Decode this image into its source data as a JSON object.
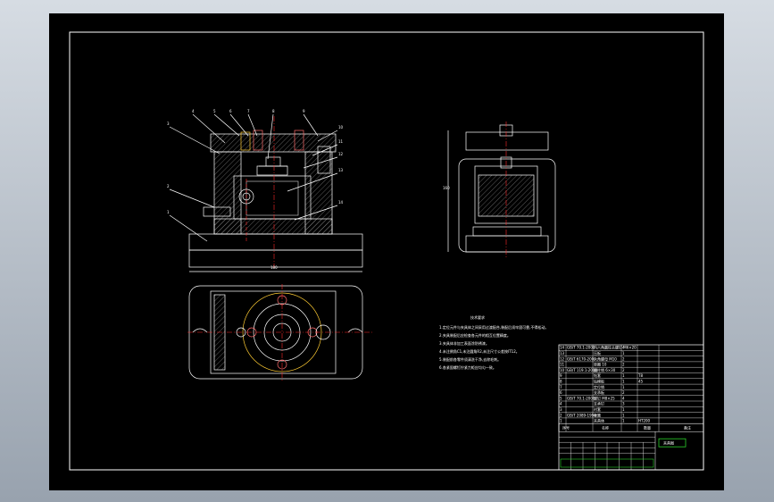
{
  "drawing": {
    "background": "#000000",
    "linework": "#ffffff",
    "centerline": "#ff2a2a",
    "hatch": "#9a9a9a",
    "highlight": "#2bd12b"
  },
  "tech_requirements": {
    "heading": "技术要求",
    "lines": [
      "1.定位元件与夹具体之间采用过渡配合,装配后须牢固可靠,不得松动。",
      "2.夹具装配后应检查各元件的相互位置精度。",
      "3.夹具体非加工表面涂防锈漆。",
      "4.未注倒角C1,未注圆角R2,未注尺寸公差按IT12。",
      "5.装配前各零件须清洗干净,去除毛刺。",
      "6.各紧固螺钉拧紧力矩应均匀一致。"
    ]
  },
  "title_block": {
    "col_serial": "序号",
    "col_name": "名称",
    "col_qty": "数量",
    "col_note": "备注",
    "title_cell": "夹具图",
    "parts": [
      [
        "14",
        "GB/T 70.1-2000",
        "内六角圆柱头螺钉 M6×20",
        "4",
        "",
        ""
      ],
      [
        "13",
        "",
        "压板",
        "1",
        "",
        ""
      ],
      [
        "12",
        "GB/T 6170-2000",
        "六角螺母 M10",
        "2",
        "",
        ""
      ],
      [
        "11",
        "",
        "垫圈 10",
        "2",
        "",
        ""
      ],
      [
        "10",
        "GB/T 119.1-2000",
        "圆柱销 6×30",
        "2",
        "",
        ""
      ],
      [
        "9",
        "",
        "钻套",
        "1",
        "T8",
        ""
      ],
      [
        "8",
        "",
        "钻模板",
        "1",
        "45",
        ""
      ],
      [
        "7",
        "",
        "定位销",
        "1",
        "",
        ""
      ],
      [
        "6",
        "",
        "支承板",
        "2",
        "",
        ""
      ],
      [
        "5",
        "GB/T 70.1-2000",
        "螺钉 M8×25",
        "4",
        "",
        ""
      ],
      [
        "4",
        "",
        "支承钉",
        "3",
        "",
        ""
      ],
      [
        "3",
        "",
        "衬套",
        "1",
        "",
        ""
      ],
      [
        "2",
        "GB/T 2089-1994",
        "弹簧",
        "1",
        "",
        ""
      ],
      [
        "1",
        "",
        "夹具体",
        "1",
        "HT200",
        ""
      ]
    ]
  },
  "front_view": {
    "dim_width": "180",
    "balloons": [
      "1",
      "2",
      "3",
      "4",
      "5",
      "6",
      "7",
      "8",
      "9",
      "10",
      "11",
      "12",
      "13",
      "14"
    ]
  },
  "side_view": {
    "dim_height": "160"
  }
}
